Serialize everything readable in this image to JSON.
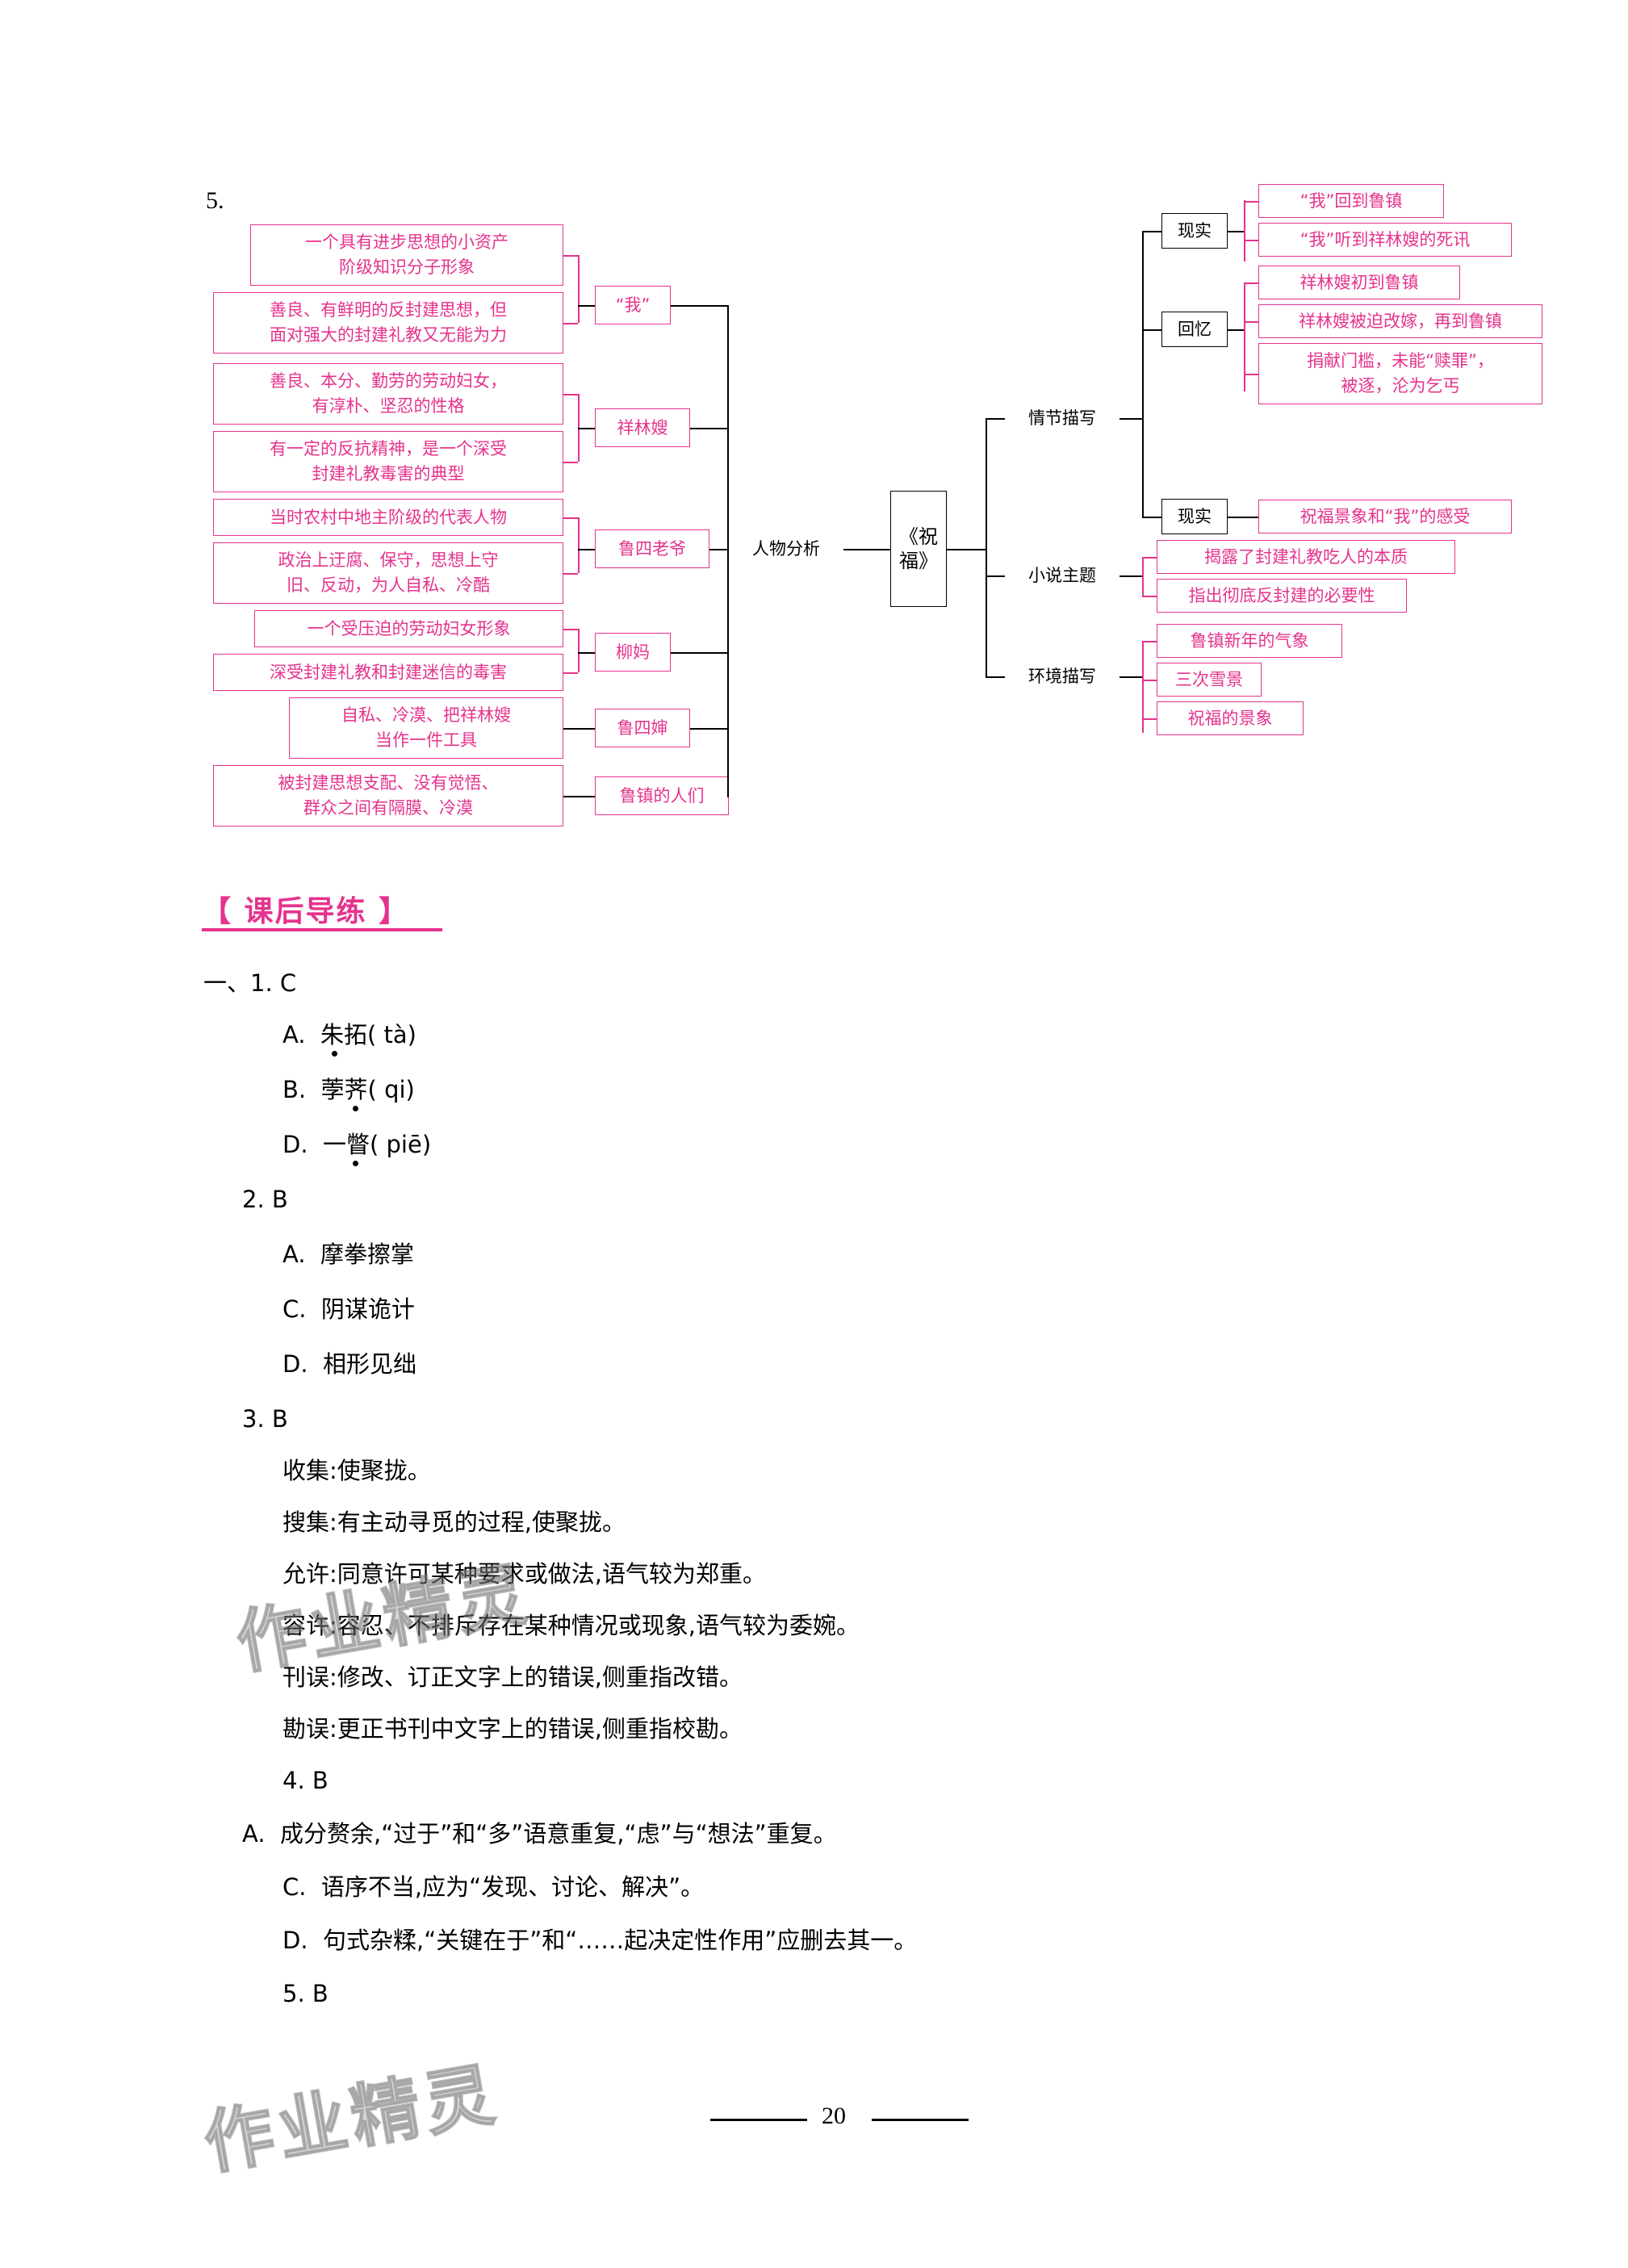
{
  "page": {
    "number": "20",
    "question_number": "5.",
    "watermark": "作业精灵"
  },
  "mindmap": {
    "center": "《祝\n福》",
    "left_branch": {
      "label": "人物分析",
      "groups": [
        {
          "label": "“我”",
          "items": [
            "一个具有进步思想的小资产\n阶级知识分子形象",
            "善良、有鲜明的反封建思想，但\n面对强大的封建礼教又无能为力"
          ]
        },
        {
          "label": "祥林嫂",
          "items": [
            "善良、本分、勤劳的劳动妇女，\n有淳朴、坚忍的性格",
            "有一定的反抗精神，是一个深受\n封建礼教毒害的典型"
          ]
        },
        {
          "label": "鲁四老爷",
          "items": [
            "当时农村中地主阶级的代表人物",
            "政治上迂腐、保守，思想上守\n旧、反动，为人自私、冷酷"
          ]
        },
        {
          "label": "柳妈",
          "items": [
            "一个受压迫的劳动妇女形象",
            "深受封建礼教和封建迷信的毒害"
          ]
        },
        {
          "label": "鲁四婶",
          "items": [
            "自私、冷漠、把祥林嫂\n当作一件工具"
          ]
        },
        {
          "label": "鲁镇的人们",
          "items": [
            "被封建思想支配、没有觉悟、\n群众之间有隔膜、冷漠"
          ]
        }
      ]
    },
    "right_branches": [
      {
        "label": "情节描写",
        "groups": [
          {
            "label": "现实",
            "items": [
              "“我”回到鲁镇",
              "“我”听到祥林嫂的死讯"
            ]
          },
          {
            "label": "回忆",
            "items": [
              "祥林嫂初到鲁镇",
              "祥林嫂被迫改嫁，再到鲁镇",
              "捐献门槛，未能“赎罪”，\n被逐，沦为乞丐"
            ]
          },
          {
            "label": "现实",
            "items": [
              "祝福景象和“我”的感受"
            ]
          }
        ]
      },
      {
        "label": "小说主题",
        "groups": [
          {
            "label": "",
            "items": [
              "揭露了封建礼教吃人的本质",
              "指出彻底反封建的必要性"
            ]
          }
        ]
      },
      {
        "label": "环境描写",
        "groups": [
          {
            "label": "",
            "items": [
              "鲁镇新年的气象",
              "三次雪景",
              "祝福的景象"
            ]
          }
        ]
      }
    ]
  },
  "section": {
    "heading": "【 课后导练 】"
  },
  "answers": [
    {
      "text": "一、1. C"
    },
    {
      "text": "A.  朱拓( tà)"
    },
    {
      "text": "B.  荸荠( qi)"
    },
    {
      "text": "D.  一瞥( piē)"
    },
    {
      "text": "2. B"
    },
    {
      "text": "A.  摩拳擦掌"
    },
    {
      "text": "C.  阴谋诡计"
    },
    {
      "text": "D.  相形见绌"
    },
    {
      "text": "3. B"
    },
    {
      "text": "收集:使聚拢。"
    },
    {
      "text": "搜集:有主动寻觅的过程,使聚拢。"
    },
    {
      "text": "允许:同意许可某种要求或做法,语气较为郑重。"
    },
    {
      "text": "容许:容忍、不排斥存在某种情况或现象,语气较为委婉。"
    },
    {
      "text": "刊误:修改、订正文字上的错误,侧重指改错。"
    },
    {
      "text": "勘误:更正书刊中文字上的错误,侧重指校勘。"
    },
    {
      "text": "4. B"
    },
    {
      "text": "A.  成分赘余,“过于”和“多”语意重复,“虑”与“想法”重复。"
    },
    {
      "text": "C.  语序不当,应为“发现、讨论、解决”。"
    },
    {
      "text": "D.  句式杂糅,“关键在于”和“……起决定性作用”应删去其一。"
    },
    {
      "text": "5. B"
    }
  ]
}
